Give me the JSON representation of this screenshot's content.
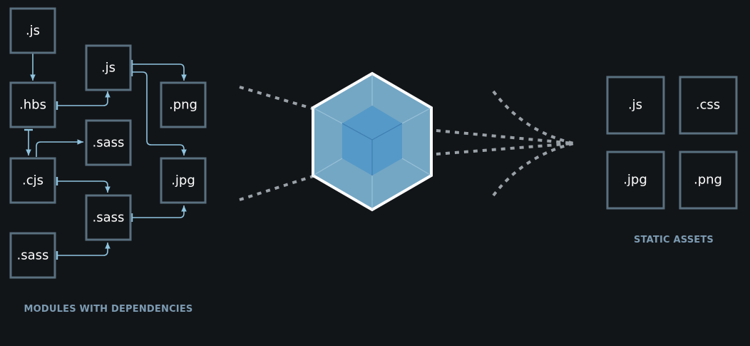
{
  "modules": {
    "caption": "MODULES WITH DEPENDENCIES",
    "items": [
      ".js",
      ".js",
      ".hbs",
      ".png",
      ".sass",
      ".cjs",
      ".jpg",
      ".sass",
      ".sass"
    ]
  },
  "assets": {
    "caption": "STATIC ASSETS",
    "items": [
      ".js",
      ".css",
      ".jpg",
      ".png"
    ]
  },
  "colors": {
    "background": "#121518",
    "box_stroke": "#59707f",
    "connector": "#8fc4df",
    "caption": "#7c9bb2",
    "cube_outer": "#74a7c4",
    "cube_inner": "#5599c8",
    "dots": "#9aa2a8"
  },
  "icons": {
    "center": "webpack-cube-icon"
  }
}
